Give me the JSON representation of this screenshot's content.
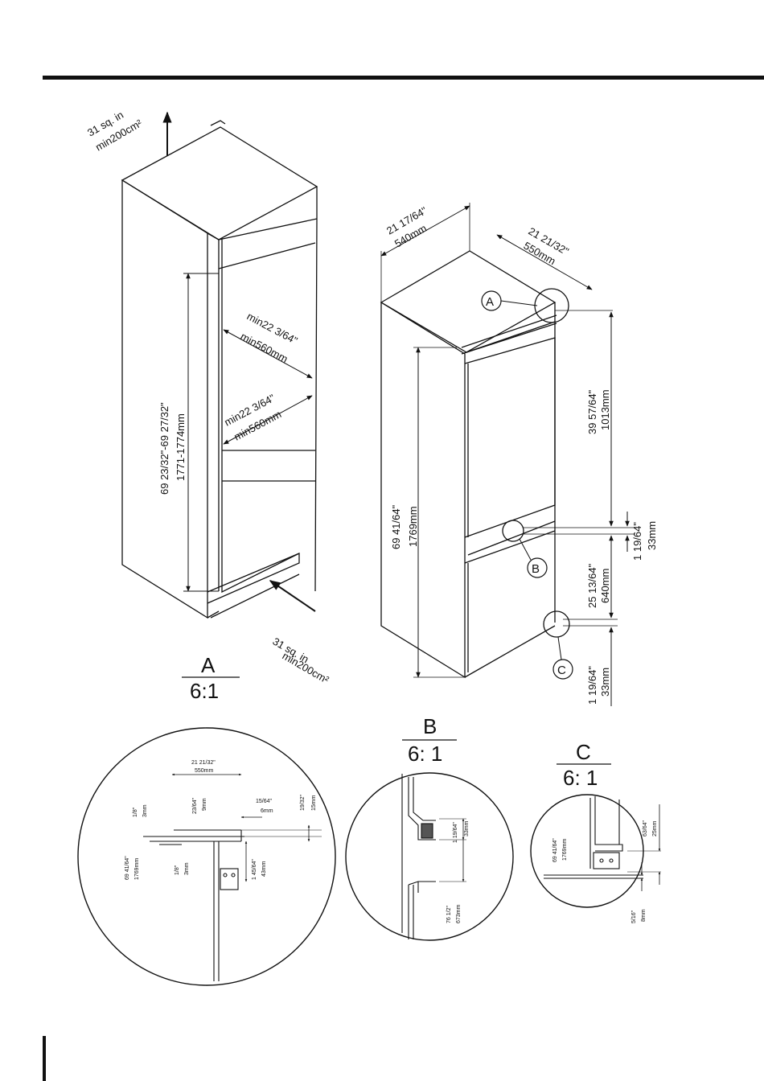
{
  "cabinet": {
    "vent_top": [
      "31 sq. in",
      "min200cm²"
    ],
    "vent_bottom": [
      "31 sq. in",
      "min200cm²"
    ],
    "height": [
      "69 23/32\"-69 27/32\"",
      "1771-1774mm"
    ],
    "depth_upper": [
      "min22 3/64\"",
      "min560mm"
    ],
    "depth_lower": [
      "min22 3/64\"",
      "min560mm"
    ]
  },
  "appliance": {
    "width": [
      "21 17/64\"",
      "540mm"
    ],
    "depth": [
      "21 21/32\"",
      "550mm"
    ],
    "height": [
      "69 41/64\"",
      "1769mm"
    ],
    "upper": [
      "39 57/64\"",
      "1013mm"
    ],
    "gap_mid": [
      "1 19/64\"",
      "33mm"
    ],
    "lower": [
      "25 13/64\"",
      "640mm"
    ],
    "gap_bottom": [
      "1 19/64\"",
      "33mm"
    ],
    "callouts": [
      "A",
      "B",
      "C"
    ]
  },
  "details": {
    "a": {
      "letter": "A",
      "scale": "6:1",
      "dims": {
        "width": [
          "21 21/32\"",
          "550mm"
        ],
        "d1": [
          "23/64\"",
          "9mm"
        ],
        "d2": [
          "15/64\"",
          "6mm"
        ],
        "d3": [
          "19/32\"",
          "15mm"
        ],
        "d4": [
          "1/8\"",
          "3mm"
        ],
        "d5": [
          "69 41/64\"",
          "1769mm"
        ],
        "d6": [
          "1/8\"",
          "3mm"
        ],
        "d7": [
          "1 45/64\"",
          "43mm"
        ]
      }
    },
    "b": {
      "letter": "B",
      "scale": "6: 1",
      "dims": {
        "d1": [
          "1 19/64\"",
          "33mm"
        ],
        "d2": [
          "76 1/2\"",
          "673mm"
        ]
      }
    },
    "c": {
      "letter": "C",
      "scale": "6: 1",
      "dims": {
        "d1": [
          "69 41/64\"",
          "1769mm"
        ],
        "d2": [
          "63/64\"",
          "25mm"
        ],
        "d3": [
          "5/16\"",
          "8mm"
        ]
      }
    }
  }
}
